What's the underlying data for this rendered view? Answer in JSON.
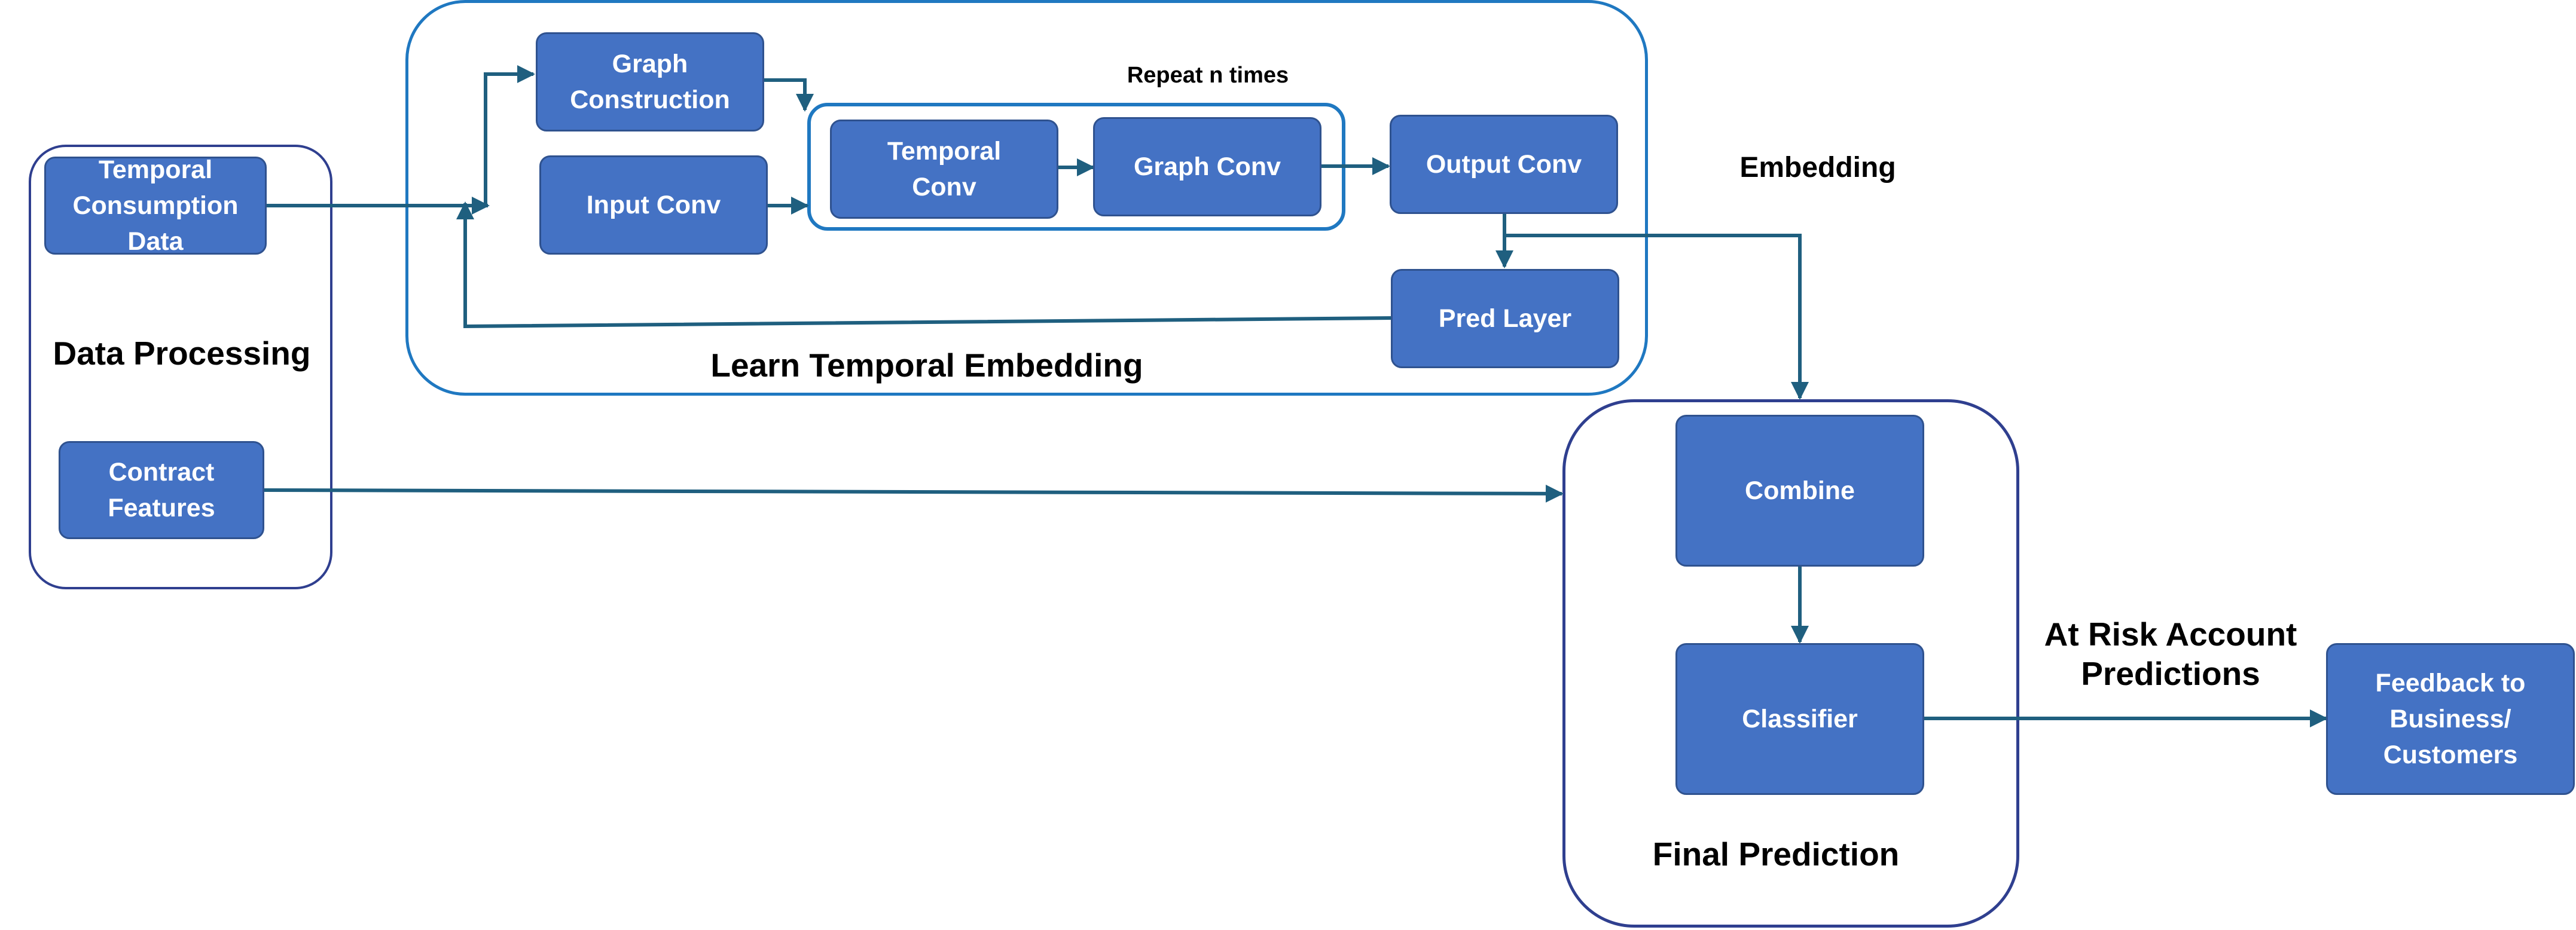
{
  "diagram": {
    "groups": {
      "data_processing": "Data Processing",
      "learn_temporal_embedding": "Learn Temporal Embedding",
      "final_prediction": "Final Prediction",
      "repeat": "Repeat n times"
    },
    "nodes": {
      "temporal_consumption_data": "Temporal\nConsumption\nData",
      "contract_features": "Contract\nFeatures",
      "graph_construction": "Graph\nConstruction",
      "input_conv": "Input Conv",
      "temporal_conv": "Temporal\nConv",
      "graph_conv": "Graph Conv",
      "output_conv": "Output Conv",
      "pred_layer": "Pred Layer",
      "combine": "Combine",
      "classifier": "Classifier",
      "feedback": "Feedback to\nBusiness/\nCustomers"
    },
    "edge_labels": {
      "embedding": "Embedding",
      "at_risk": "At Risk Account\nPredictions"
    },
    "colors": {
      "node_fill": "#4472C4",
      "node_border": "#2F528F",
      "arrow": "#1F5F7F",
      "group_border_blue": "#1F78C1",
      "group_border_navy": "#2F3F8F"
    }
  }
}
